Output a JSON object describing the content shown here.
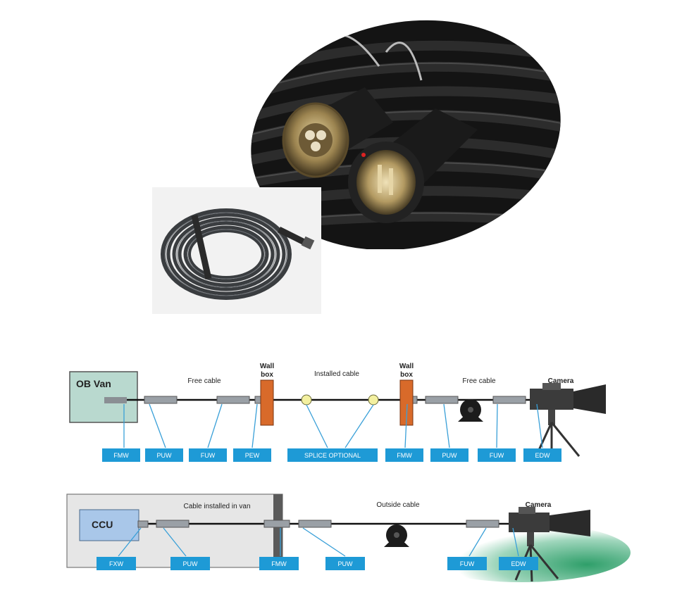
{
  "top_diagram": {
    "ob_van_label": "OB Van",
    "free_cable_left": "Free cable",
    "wall_box_left_line1": "Wall",
    "wall_box_left_line2": "box",
    "installed_cable": "Installed cable",
    "wall_box_right_line1": "Wall",
    "wall_box_right_line2": "box",
    "free_cable_right": "Free cable",
    "camera": "Camera",
    "tags": [
      "FMW",
      "PUW",
      "FUW",
      "PEW",
      "SPLICE OPTIONAL",
      "FMW",
      "PUW",
      "FUW",
      "EDW"
    ]
  },
  "bottom_diagram": {
    "ccu_label": "CCU",
    "cable_installed_in_van": "Cable installed in van",
    "outside_cable": "Outside cable",
    "camera": "Camera",
    "tags": [
      "FXW",
      "PUW",
      "FMW",
      "PUW",
      "FUW",
      "EDW"
    ]
  },
  "colors": {
    "tag_blue": "#1e9ad6",
    "leader_blue": "#3aa0d8",
    "van_fill": "#b9d9cf",
    "wall_box": "#d86a2a",
    "ccu_fill": "#a9c7e9",
    "grass": "#2f9f6a"
  },
  "icons": [
    "cable-reel-icon",
    "camera-on-tripod-icon",
    "connector-icon",
    "splice-icon"
  ]
}
